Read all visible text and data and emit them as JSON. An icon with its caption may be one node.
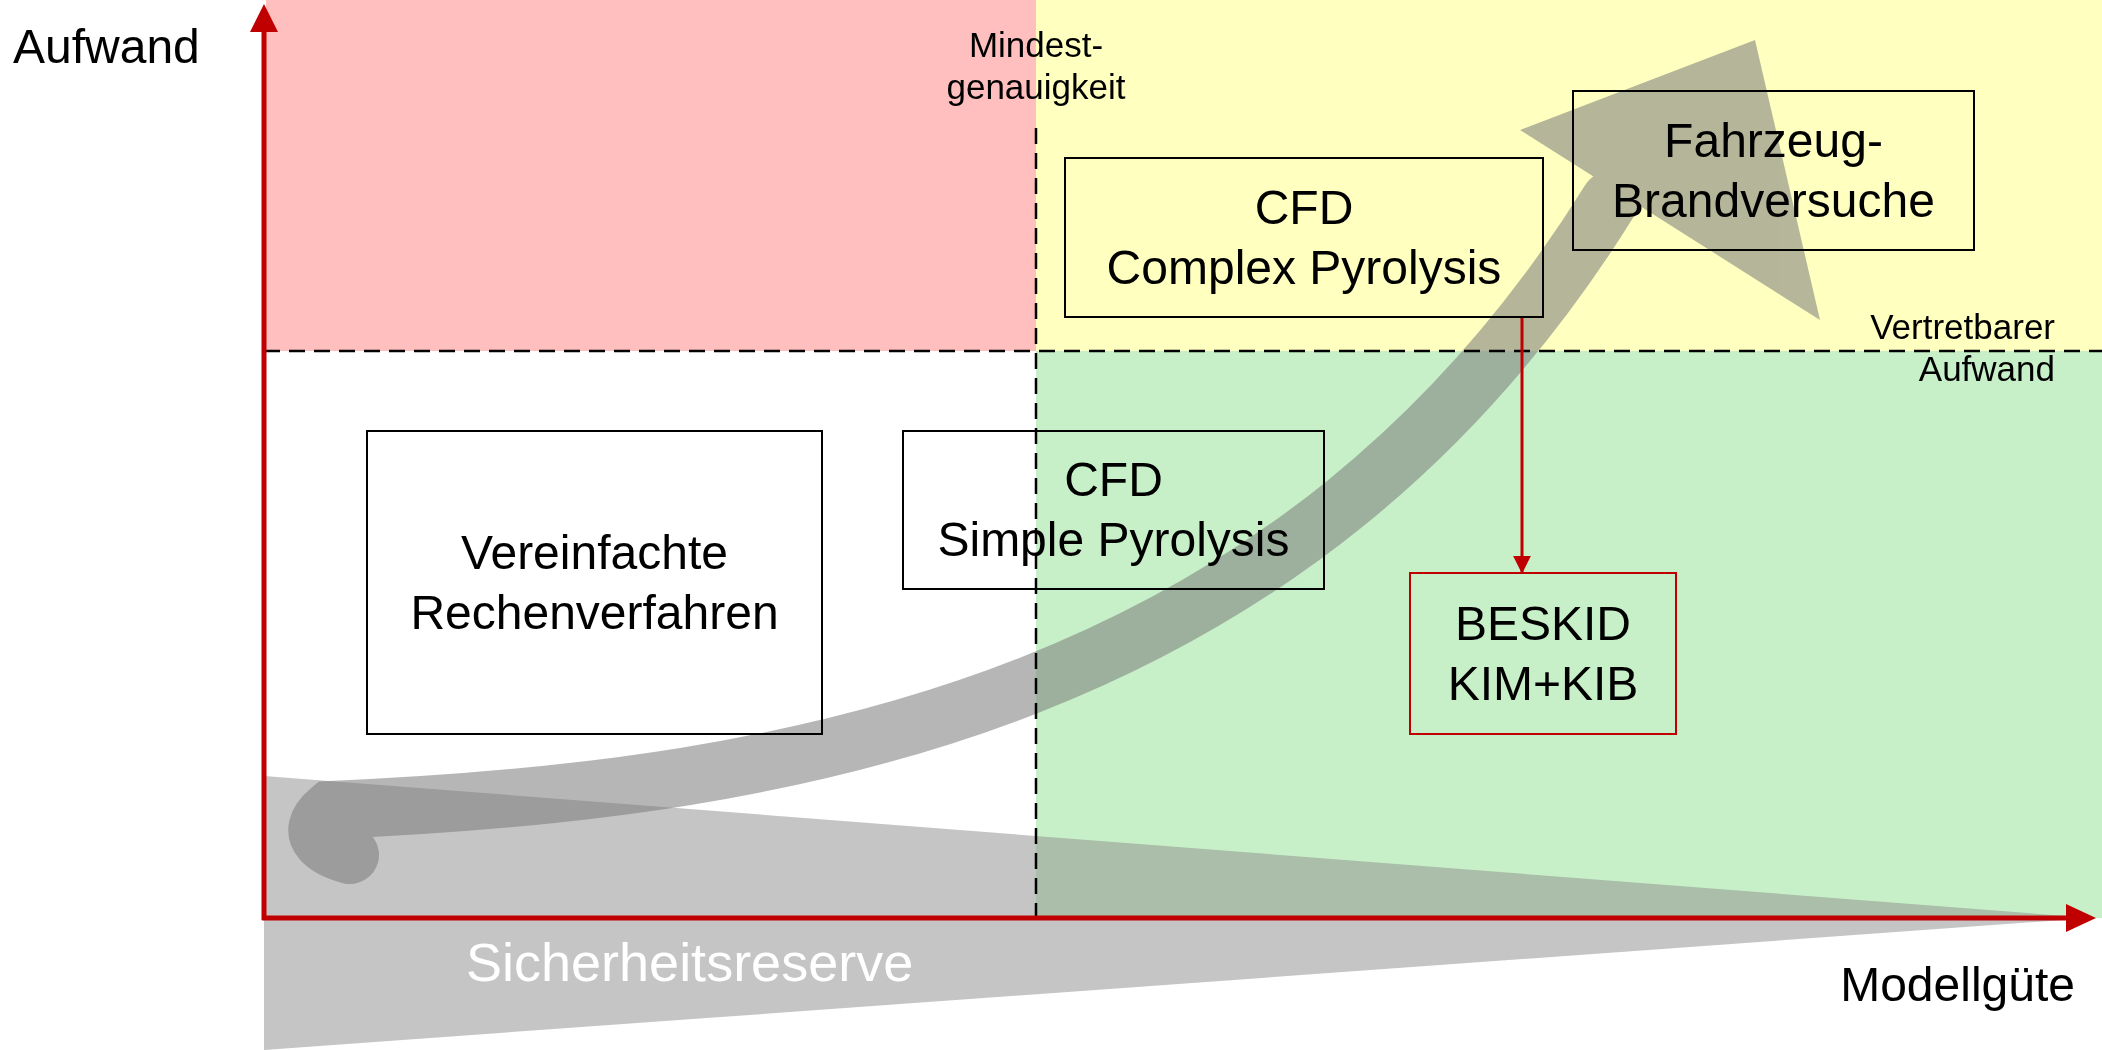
{
  "diagram": {
    "nodes": [
      {
        "text": [
          "Vereinfachte Rechenverfahren"
        ]
      },
      {
        "text": [
          "CFD",
          "Simple Pyrolysis"
        ]
      },
      {
        "text": [
          "CFD",
          "Complex Pyrolysis"
        ]
      },
      {
        "text": [
          "Fahrzeug-Brandversuche"
        ]
      },
      {
        "text": [
          "BESKID KIM+KIB"
        ]
      }
    ],
    "edges": [
      {
        "from": 2,
        "to": 4,
        "arrow": "to",
        "color": "#c00000"
      }
    ],
    "labels": [
      "Aufwand",
      "Mindest-genauigkeit",
      "Vertretbarer Aufwand",
      "Sicherheitsreserve",
      "Modellgüte"
    ]
  }
}
